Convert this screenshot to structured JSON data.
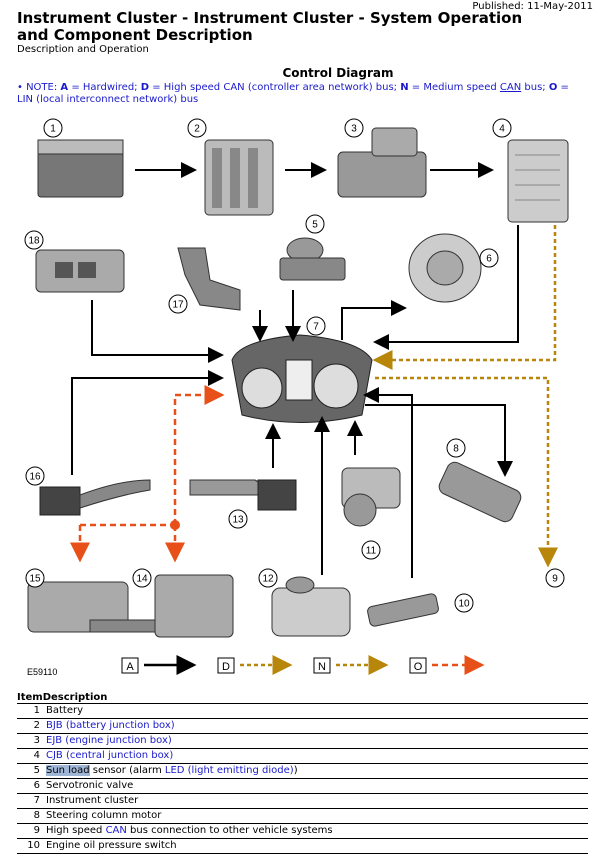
{
  "header": {
    "published": "Published: 11-May-2011",
    "title": "Instrument Cluster - Instrument Cluster - System Operation and Component Description",
    "subtitle": "Description and Operation"
  },
  "section_heading": "Control Diagram",
  "note": {
    "prefix": "• NOTE: ",
    "a_key": "A",
    "a_text": " = Hardwired; ",
    "d_key": "D",
    "d_text": " = High speed CAN (controller area network) bus; ",
    "n_key": "N",
    "n_text": " = Medium speed ",
    "n_link": "CAN",
    "n_text2": " bus; ",
    "o_key": "O",
    "o_text": " = LIN (local interconnect network) bus"
  },
  "diagram": {
    "code": "E59110",
    "callouts": [
      "1",
      "2",
      "3",
      "4",
      "5",
      "6",
      "7",
      "8",
      "9",
      "10",
      "11",
      "12",
      "13",
      "14",
      "15",
      "16",
      "17",
      "18"
    ],
    "legend": [
      "A",
      "D",
      "N",
      "O"
    ],
    "colors": {
      "hardwired": "#000000",
      "high_speed_can": "#b8860b",
      "lin": "#e8501a"
    }
  },
  "items_heading": "ItemDescription",
  "items": [
    {
      "num": "1",
      "parts": [
        {
          "text": "Battery"
        }
      ]
    },
    {
      "num": "2",
      "parts": [
        {
          "text": "BJB (battery junction box)",
          "link": true
        }
      ]
    },
    {
      "num": "3",
      "parts": [
        {
          "text": "EJB (engine junction box)",
          "link": true
        }
      ]
    },
    {
      "num": "4",
      "parts": [
        {
          "text": "CJB (central junction box)",
          "link": true
        }
      ]
    },
    {
      "num": "5",
      "parts": [
        {
          "text": "Sun load",
          "highlight": true
        },
        {
          "text": " sensor (alarm "
        },
        {
          "text": "LED (light emitting diode)",
          "link": true
        },
        {
          "text": ")"
        }
      ]
    },
    {
      "num": "6",
      "parts": [
        {
          "text": "Servotronic valve"
        }
      ]
    },
    {
      "num": "7",
      "parts": [
        {
          "text": "Instrument cluster"
        }
      ]
    },
    {
      "num": "8",
      "parts": [
        {
          "text": "Steering column motor"
        }
      ]
    },
    {
      "num": "9",
      "parts": [
        {
          "text": "High speed "
        },
        {
          "text": "CAN",
          "link": true
        },
        {
          "text": " bus connection to other vehicle systems"
        }
      ]
    },
    {
      "num": "10",
      "parts": [
        {
          "text": "Engine oil pressure switch"
        }
      ]
    }
  ]
}
